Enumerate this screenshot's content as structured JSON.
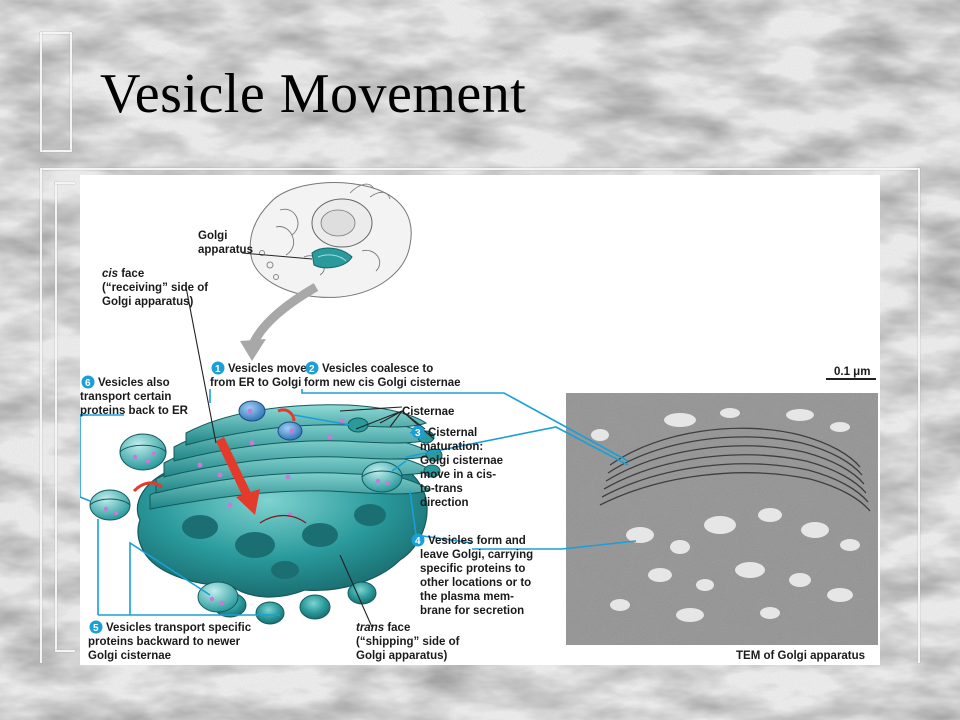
{
  "slide": {
    "title": "Vesicle Movement"
  },
  "figure": {
    "golgi_label": [
      "Golgi",
      "apparatus"
    ],
    "cis_face": {
      "term": "cis",
      "lines": [
        " face",
        "(“receiving” side of",
        "Golgi apparatus)"
      ]
    },
    "trans_face": {
      "term": "trans",
      "lines": [
        " face",
        "(“shipping” side of",
        "Golgi apparatus)"
      ]
    },
    "cisternae_label": "Cisternae",
    "scale_bar": "0.1 μm",
    "tem_caption": "TEM of Golgi apparatus",
    "steps": [
      {
        "num": "1",
        "lines": [
          "Vesicles move",
          "from ER to Golgi"
        ]
      },
      {
        "num": "2",
        "lines": [
          "Vesicles coalesce to",
          "form new cis Golgi cisternae"
        ]
      },
      {
        "num": "3",
        "lines": [
          "Cisternal",
          "maturation:",
          "Golgi cisternae",
          "move in a cis-",
          "to-trans",
          "direction"
        ]
      },
      {
        "num": "4",
        "lines": [
          "Vesicles form and",
          "leave Golgi, carrying",
          "specific proteins to",
          "other locations or to",
          "the plasma mem-",
          "brane for secretion"
        ]
      },
      {
        "num": "5",
        "lines": [
          "Vesicles transport specific",
          "proteins backward to newer",
          "Golgi cisternae"
        ]
      },
      {
        "num": "6",
        "lines": [
          "Vesicles also",
          "transport certain",
          "proteins back to ER"
        ]
      }
    ],
    "colors": {
      "golgi_teal": "#2a9a9c",
      "golgi_dark": "#1b6f72",
      "leader_blue": "#1a9fd6",
      "arrow_red": "#e33a2c",
      "vesicle_dot": "#c77ad8"
    }
  }
}
